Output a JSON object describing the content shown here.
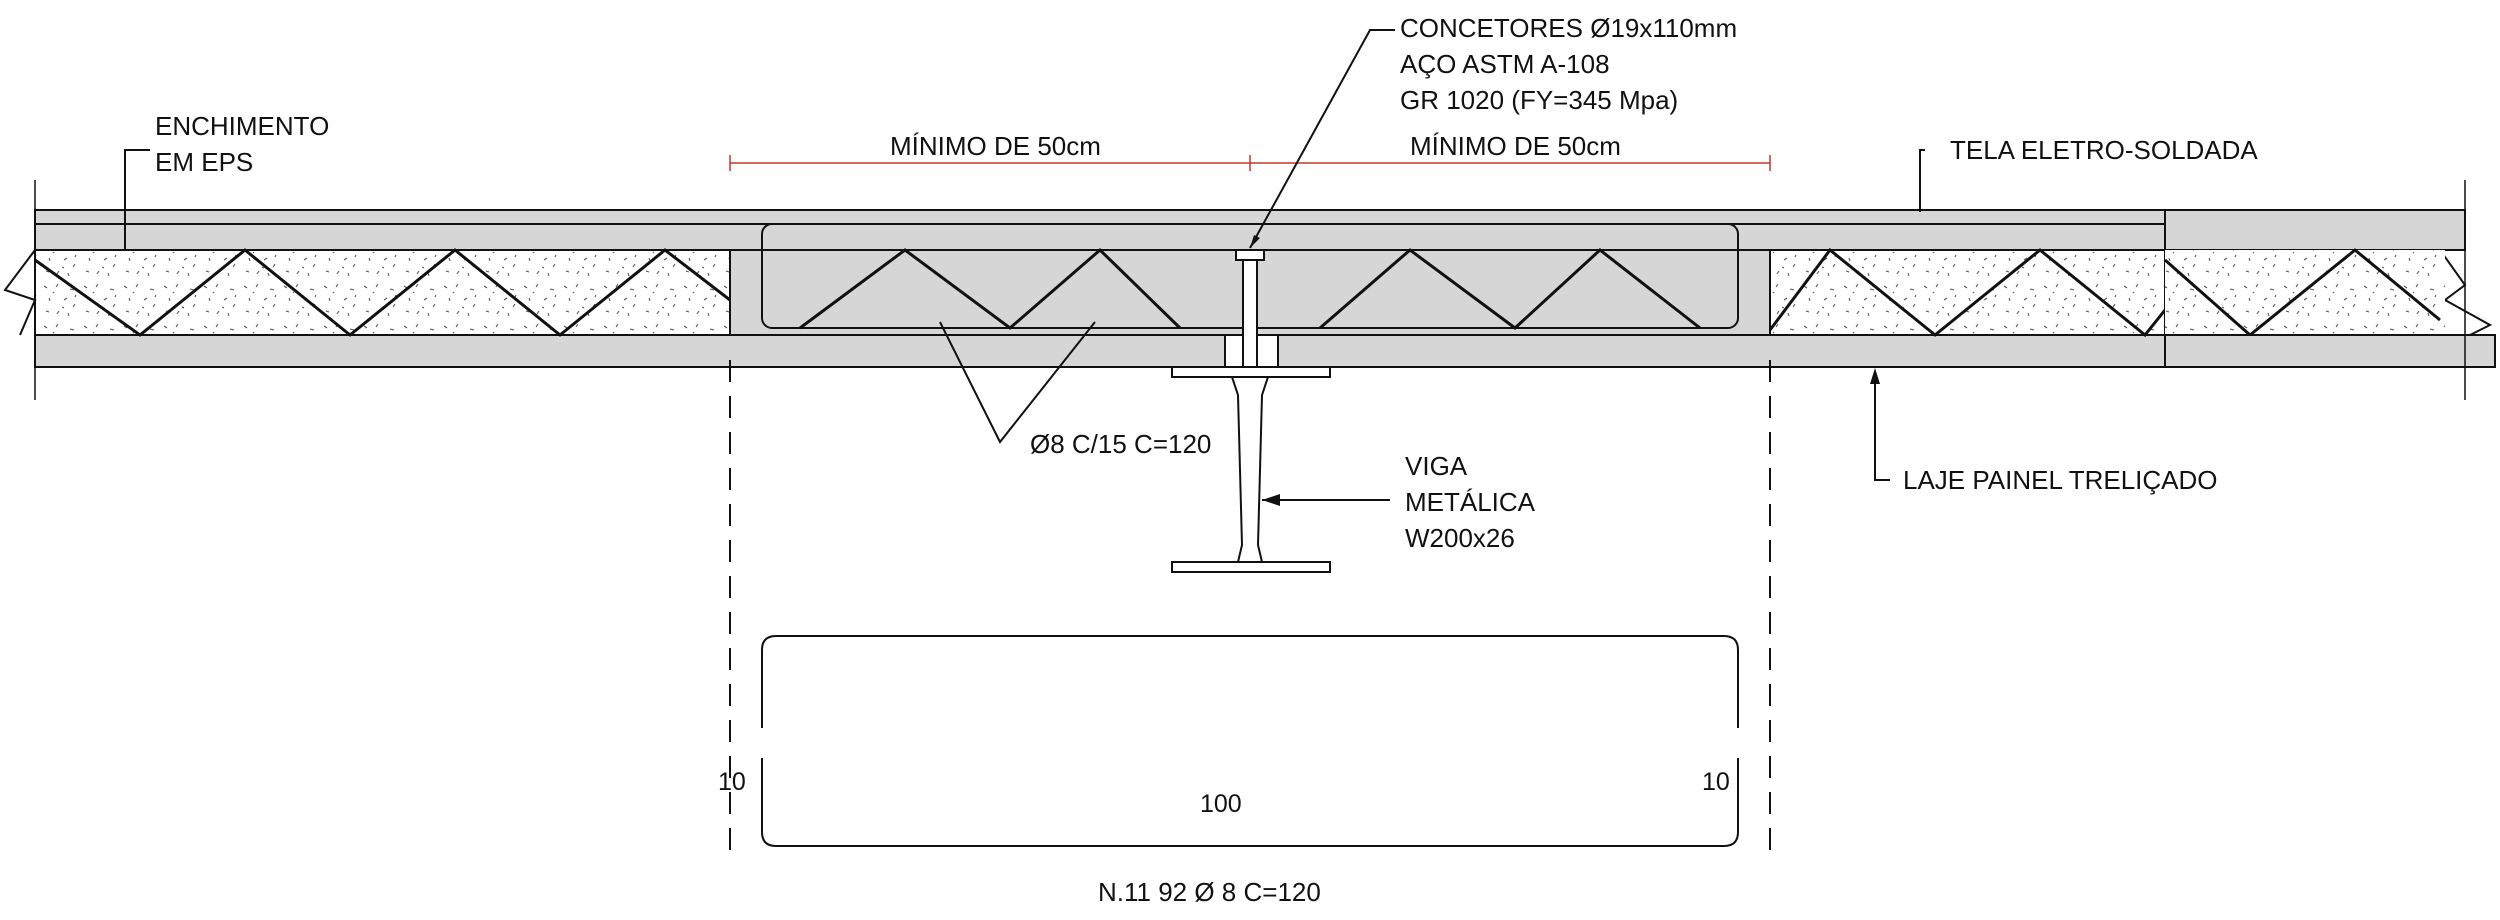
{
  "labels": {
    "enchimento": [
      "ENCHIMENTO",
      "EM EPS"
    ],
    "conectores": [
      "CONCETORES Ø19x110mm",
      "AÇO ASTM A-108",
      "GR 1020 (FY=345 Mpa)"
    ],
    "tela": "TELA ELETRO-SOLDADA",
    "minimo_left": "MÍNIMO DE 50cm",
    "minimo_right": "MÍNIMO DE 50cm",
    "barra": "Ø8 C/15 C=120",
    "viga": [
      "VIGA",
      "METÁLICA",
      "W200x26"
    ],
    "laje": "LAJE PAINEL TRELIÇADO",
    "bar_hook_left": "10",
    "bar_hook_right": "10",
    "bar_length": "100",
    "bar_spec": "N.11 92 Ø 8 C=120"
  },
  "colors": {
    "concrete": "#d6d6d6",
    "line": "#111111",
    "dimension": "#c0392b",
    "eps": "#ffffff"
  },
  "icons": [
    "steel-i-beam",
    "shear-connector",
    "eps-fill-hatch",
    "truss-web"
  ]
}
